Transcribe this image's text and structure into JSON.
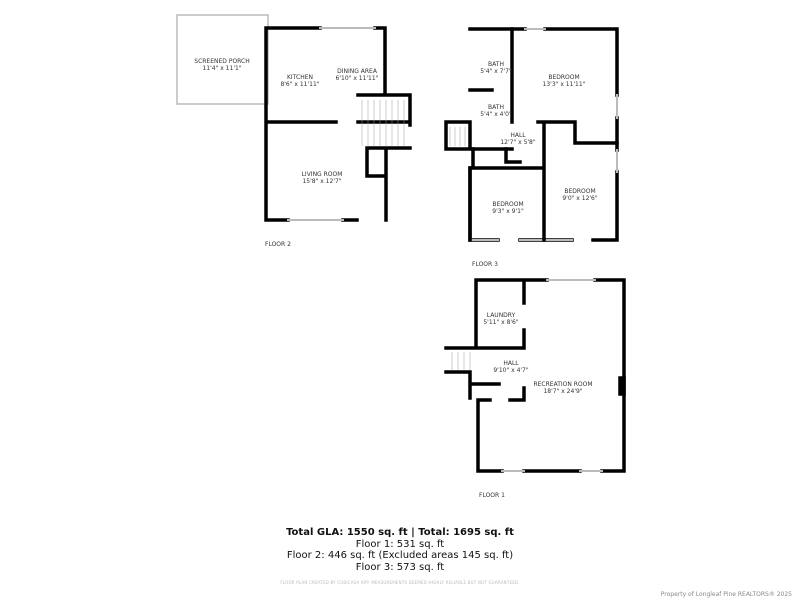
{
  "floors": [
    {
      "label": "FLOOR 2",
      "rooms": [
        {
          "name": "SCREENED PORCH",
          "size": "11'4\" x 11'1\""
        },
        {
          "name": "KITCHEN",
          "size": "8'6\" x 11'11\""
        },
        {
          "name": "DINING AREA",
          "size": "6'10\" x 11'11\""
        },
        {
          "name": "LIVING ROOM",
          "size": "15'8\" x 12'7\""
        }
      ]
    },
    {
      "label": "FLOOR 3",
      "rooms": [
        {
          "name": "BATH",
          "size": "5'4\" x 7'7\""
        },
        {
          "name": "BATH",
          "size": "5'4\" x 4'0\""
        },
        {
          "name": "BEDROOM",
          "size": "13'3\" x 11'11\""
        },
        {
          "name": "HALL",
          "size": "12'7\" x 5'8\""
        },
        {
          "name": "BEDROOM",
          "size": "9'3\" x 9'1\""
        },
        {
          "name": "BEDROOM",
          "size": "9'0\" x 12'6\""
        }
      ]
    },
    {
      "label": "FLOOR 1",
      "rooms": [
        {
          "name": "LAUNDRY",
          "size": "5'11\" x 8'6\""
        },
        {
          "name": "HALL",
          "size": "9'10\" x 4'7\""
        },
        {
          "name": "RECREATION ROOM",
          "size": "18'7\" x 24'9\""
        }
      ]
    }
  ],
  "summary": {
    "total": "Total GLA: 1550 sq. ft | Total: 1695 sq. ft",
    "floor1": "Floor 1: 531 sq. ft",
    "floor2": "Floor 2: 446 sq. ft (Excluded areas 145 sq. ft)",
    "floor3": "Floor 3: 573 sq. ft"
  },
  "disclaimer": "FLOOR PLAN CREATED BY CUBICASA APP. MEASUREMENTS DEEMED HIGHLY RELIABLE BUT NOT GUARANTEED.",
  "property_note": "Property of Longleaf Pine REALTORS® 2025"
}
